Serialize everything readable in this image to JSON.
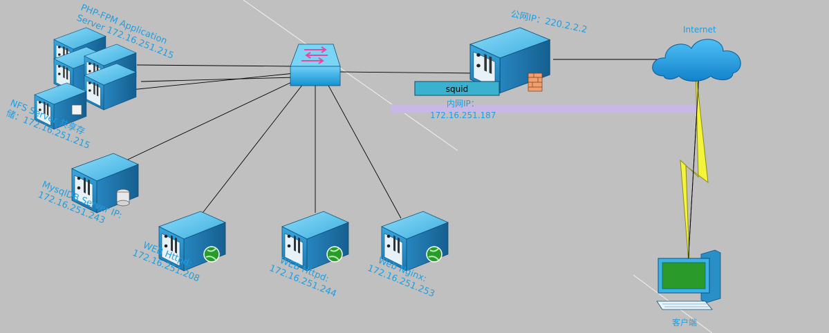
{
  "colors": {
    "background": "#c0c0c0",
    "label": "#1e9ee0",
    "server_top": "#5cc3ec",
    "server_front": "#2a8fc6",
    "server_side": "#1a6d9e",
    "switch": "#1aa0dc",
    "cloud": "#1c9fe2",
    "bolt": "#f4f43a",
    "lan_band": "#c9b8e6",
    "link": "#000000"
  },
  "nodes": {
    "php": {
      "icon": "server-stack-icon",
      "lines": [
        "PHP-FPM Application",
        "Server 172.16.251.215"
      ]
    },
    "nfs": {
      "icon": "storage-server-icon",
      "lines": [
        "NFS Server 共享存",
        "储：172.16.251.215"
      ]
    },
    "mysql": {
      "icon": "database-server-icon",
      "lines": [
        "MysqlDB Server IP:",
        "172.16.251.243"
      ]
    },
    "web1": {
      "icon": "web-server-icon",
      "lines": [
        "WEB Httpd:",
        "172.16.251.208"
      ]
    },
    "web2": {
      "icon": "web-server-icon",
      "lines": [
        "WEB Httpd:",
        "172.16.251.244"
      ]
    },
    "web3": {
      "icon": "web-server-icon",
      "lines": [
        "Web Nginx:",
        "172.16.251.253"
      ]
    },
    "switch": {
      "icon": "switch-icon"
    },
    "squid": {
      "icon": "firewall-server-icon",
      "badge": "squid",
      "public_ip": "公网IP：220.2.2.2",
      "private_ip_lines": [
        "内网IP：",
        "172.16.251.187"
      ]
    },
    "internet": {
      "icon": "cloud-icon",
      "label": "Internet"
    },
    "client": {
      "icon": "workstation-icon",
      "label": "客户端"
    }
  }
}
